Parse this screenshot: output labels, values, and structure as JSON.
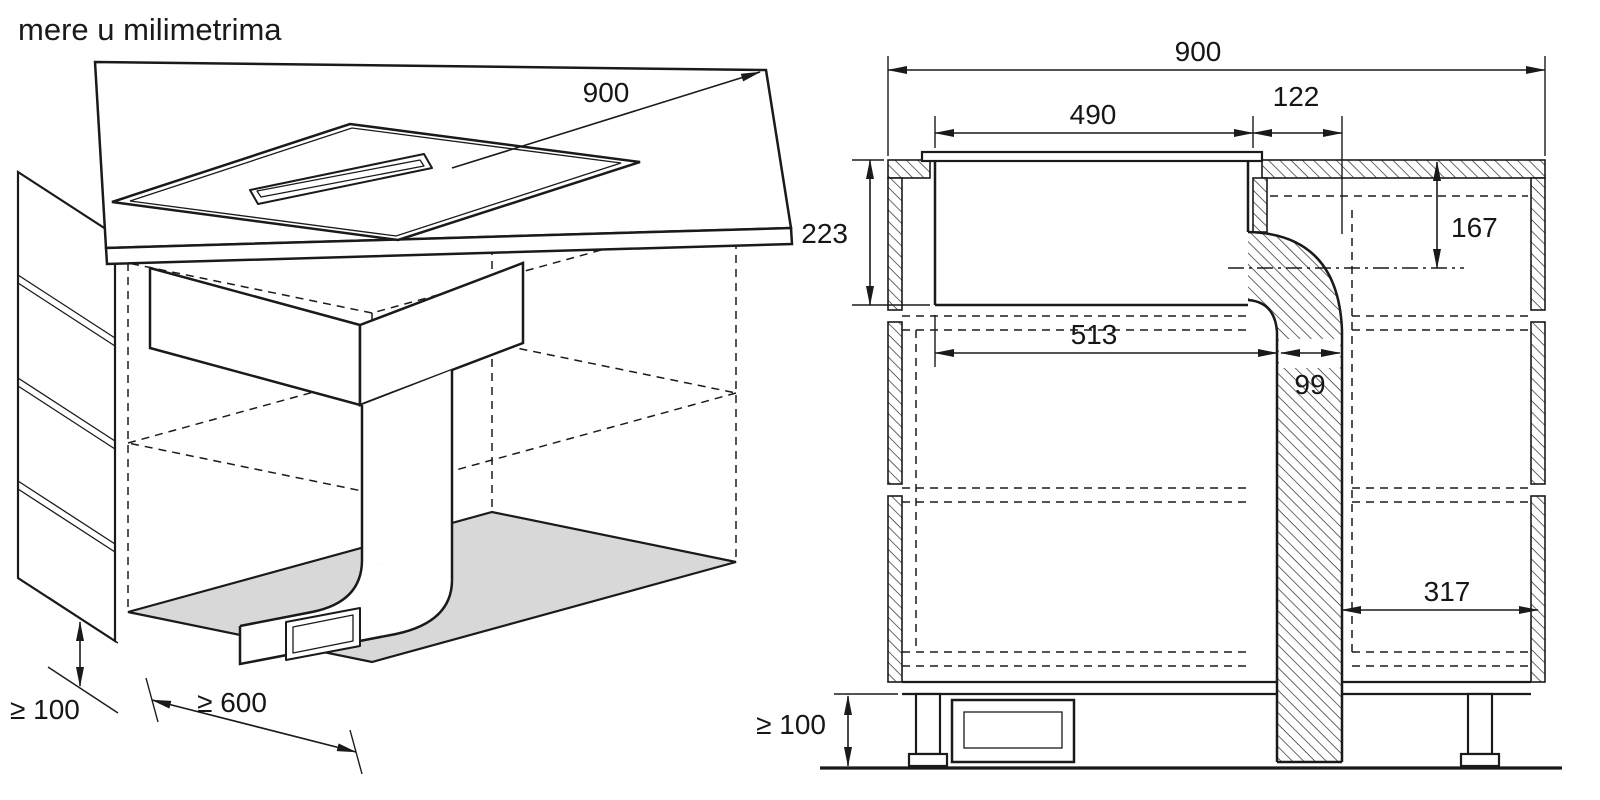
{
  "title": "mere u milimetrima",
  "colors": {
    "line": "#1a1a1a",
    "shelf_fill": "#d8d8d8",
    "background": "#ffffff"
  },
  "iso_view": {
    "dims": {
      "worktop_width": "900",
      "plinth_clearance": "≥ 100",
      "worktop_depth": "≥ 600"
    }
  },
  "section_view": {
    "dims": {
      "overall_width": "900",
      "right_offset": "122",
      "cutout_width": "490",
      "appliance_depth": "223",
      "duct_axis_drop": "167",
      "plenum_width": "513",
      "duct_width": "99",
      "duct_to_side": "317",
      "floor_clearance": "≥ 100"
    }
  }
}
